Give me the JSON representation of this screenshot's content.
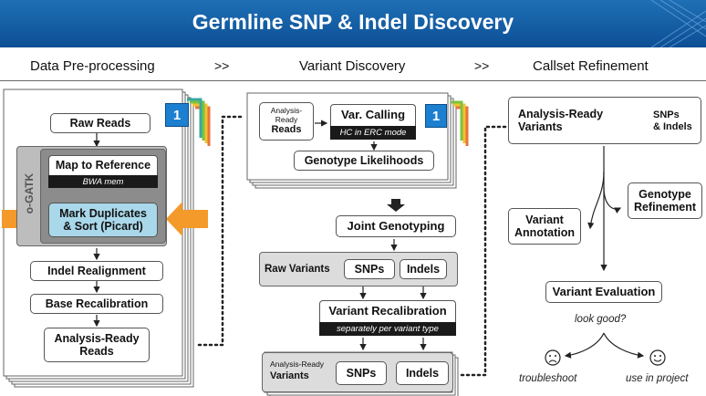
{
  "title": "Germline SNP & Indel Discovery",
  "stages": {
    "preprocessing": "Data Pre-processing",
    "separator1": ">>",
    "discovery": "Variant Discovery",
    "separator2": ">>",
    "refinement": "Callset Refinement"
  },
  "preprocessing": {
    "badge": "1",
    "raw_reads": "Raw Reads",
    "gatk_label": "o-GATK",
    "map_reference": "Map to Reference",
    "bwa_mem": "BWA mem",
    "mark_duplicates_line1": "Mark Duplicates",
    "mark_duplicates_line2": "& Sort (Picard)",
    "indel_realignment": "Indel Realignment",
    "base_recalibration": "Base Recalibration",
    "analysis_ready_line1": "Analysis-Ready",
    "analysis_ready_line2": "Reads"
  },
  "discovery": {
    "badge": "1",
    "analysis_ready_small_line1": "Analysis-Ready",
    "analysis_ready_small_line2": "Reads",
    "var_calling": "Var. Calling",
    "hc_erc": "HC in ERC mode",
    "genotype_likelihoods": "Genotype Likelihoods",
    "joint_genotyping": "Joint Genotyping",
    "raw_variants": "Raw Variants",
    "snps": "SNPs",
    "indels": "Indels",
    "variant_recalibration": "Variant Recalibration",
    "separately": "separately per variant type",
    "analysis_ready_variants_line1": "Analysis-Ready",
    "analysis_ready_variants_line2": "Variants",
    "snps2": "SNPs",
    "indels2": "Indels"
  },
  "refinement": {
    "analysis_ready_line1": "Analysis-Ready",
    "analysis_ready_line2": "Variants",
    "snps_indels_line1": "SNPs",
    "snps_indels_line2": "& Indels",
    "genotype_refinement_line1": "Genotype",
    "genotype_refinement_line2": "Refinement",
    "variant_annotation_line1": "Variant",
    "variant_annotation_line2": "Annotation",
    "variant_evaluation": "Variant Evaluation",
    "look_good": "look good?",
    "troubleshoot": "troubleshoot",
    "use_in_project": "use in project"
  },
  "colors": {
    "banner": "#1565ad",
    "badge": "#1c7fd0",
    "highlight": "#a9d8ea",
    "arrow_orange": "#f39a2b"
  }
}
